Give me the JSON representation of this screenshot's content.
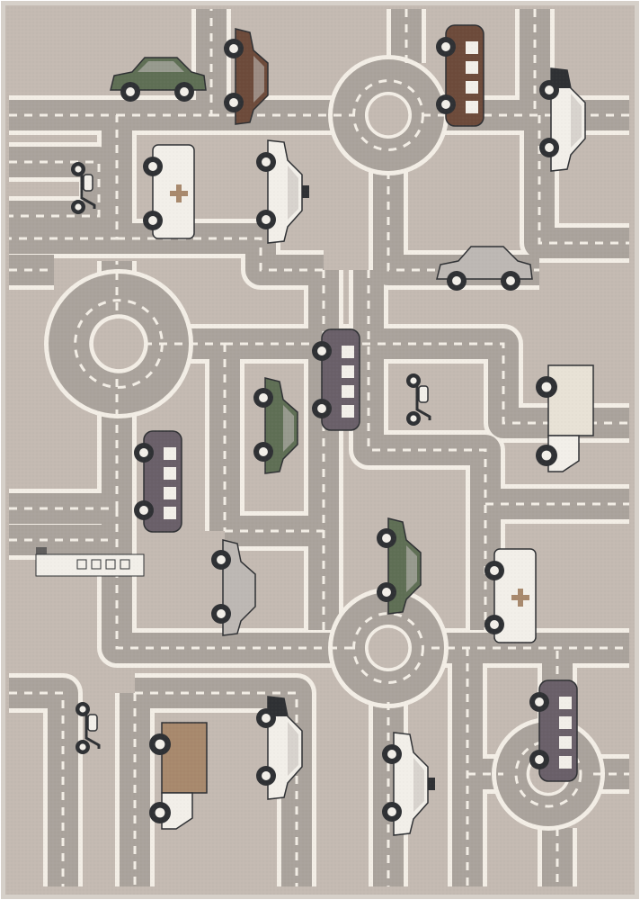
{
  "rug": {
    "colors": {
      "fabric": "#c4bab2",
      "border": "#d6d0c9",
      "road": "#aaa39c",
      "line": "#f3eee6",
      "ink": "#2f3134",
      "white": "#f2efe9",
      "green": "#5f6f55",
      "brown": "#6d4b3b",
      "purple": "#6a6069",
      "tan": "#a8896d",
      "grey": "#bdb8b4",
      "cream": "#e8e2d6"
    },
    "vehicles": [
      {
        "kind": "car",
        "color": "green",
        "orientation": "horizontal"
      },
      {
        "kind": "car",
        "color": "brown",
        "orientation": "vertical"
      },
      {
        "kind": "bus",
        "color": "brown",
        "orientation": "vertical"
      },
      {
        "kind": "police-car",
        "color": "white",
        "orientation": "vertical"
      },
      {
        "kind": "scooter",
        "color": "white",
        "orientation": "vertical"
      },
      {
        "kind": "ambulance",
        "color": "white",
        "orientation": "vertical"
      },
      {
        "kind": "taxi",
        "color": "white",
        "orientation": "vertical"
      },
      {
        "kind": "beetle",
        "color": "grey",
        "orientation": "horizontal"
      },
      {
        "kind": "bus",
        "color": "purple",
        "orientation": "vertical"
      },
      {
        "kind": "scooter",
        "color": "white",
        "orientation": "vertical"
      },
      {
        "kind": "truck",
        "color": "white",
        "orientation": "vertical"
      },
      {
        "kind": "car",
        "color": "green",
        "orientation": "vertical"
      },
      {
        "kind": "van",
        "color": "purple",
        "orientation": "vertical"
      },
      {
        "kind": "train",
        "color": "white",
        "orientation": "horizontal"
      },
      {
        "kind": "car",
        "color": "grey",
        "orientation": "vertical"
      },
      {
        "kind": "car",
        "color": "green",
        "orientation": "vertical"
      },
      {
        "kind": "ambulance",
        "color": "white",
        "orientation": "vertical"
      },
      {
        "kind": "scooter",
        "color": "white",
        "orientation": "vertical"
      },
      {
        "kind": "police-car",
        "color": "white",
        "orientation": "vertical"
      },
      {
        "kind": "taxi",
        "color": "white",
        "orientation": "vertical"
      },
      {
        "kind": "van",
        "color": "purple",
        "orientation": "vertical"
      },
      {
        "kind": "truck",
        "color": "tan",
        "orientation": "vertical"
      }
    ]
  }
}
